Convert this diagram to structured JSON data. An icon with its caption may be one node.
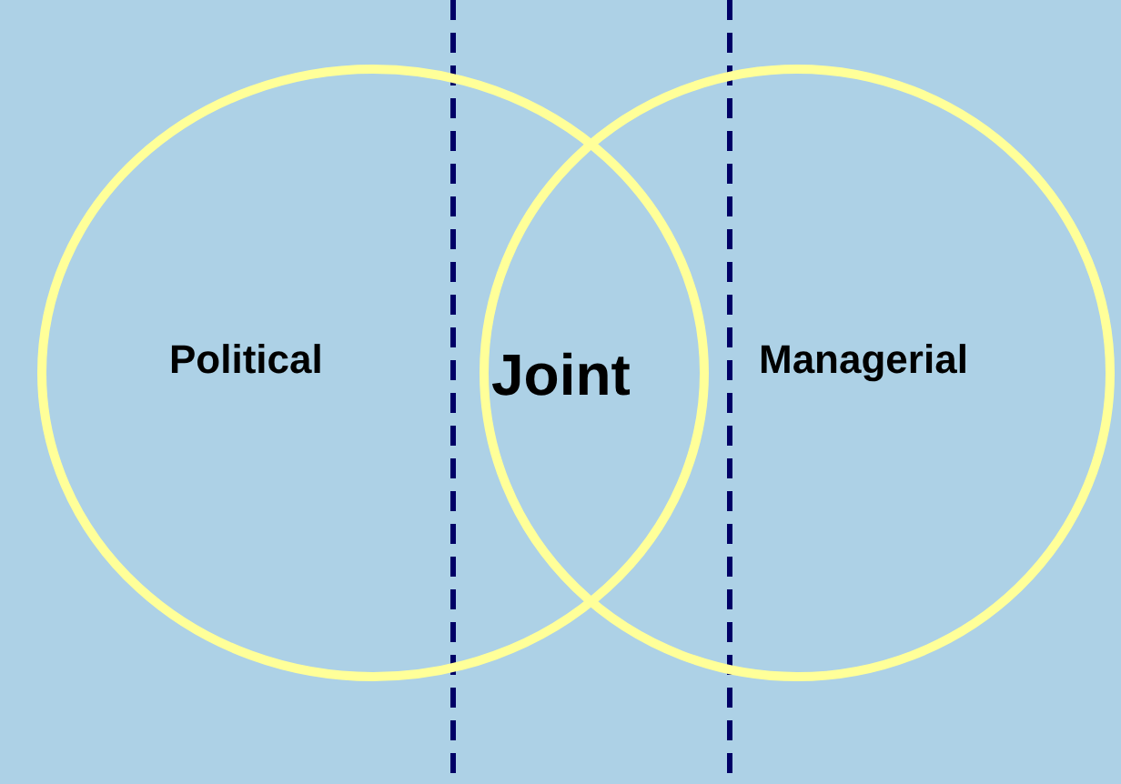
{
  "diagram": {
    "nodes": [
      {
        "text": [
          "Political"
        ]
      },
      {
        "text": [
          "Managerial"
        ]
      }
    ],
    "edges": [],
    "labels": [
      "Joint"
    ]
  }
}
